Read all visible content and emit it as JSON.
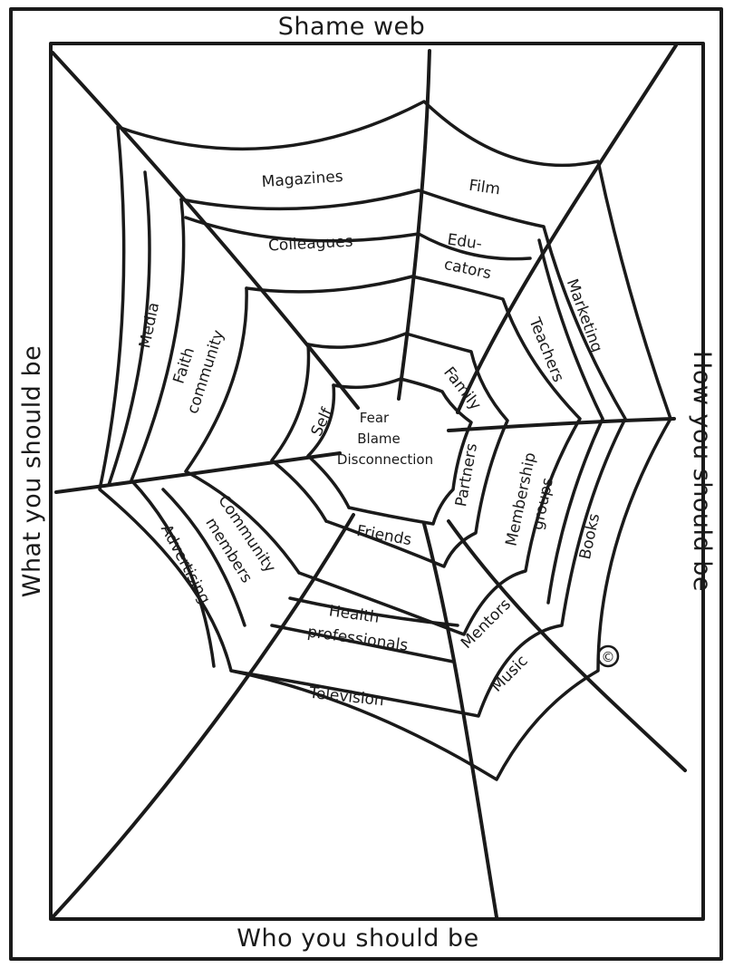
{
  "title": "Shame web",
  "edge_labels": {
    "left": "What you should be",
    "right": "How you should be",
    "bottom": "Who you should be"
  },
  "center": {
    "line1": "Fear",
    "line2": "Blame",
    "line3": "Disconnection"
  },
  "segments": {
    "magazines": "Magazines",
    "film": "Film",
    "colleagues": "Colleagues",
    "educators_1": "Edu-",
    "educators_2": "cators",
    "media": "Media",
    "faith_1": "Faith",
    "faith_2": "community",
    "marketing": "Marketing",
    "teachers": "Teachers",
    "family": "Family",
    "self": "Self",
    "partners": "Partners",
    "membership_1": "Membership",
    "membership_2": "groups",
    "books": "Books",
    "community_1": "Community",
    "community_2": "members",
    "advertising": "Advertising",
    "friends": "Friends",
    "health_1": "Health",
    "health_2": "professionals",
    "television": "Television",
    "mentors": "Mentors",
    "music": "Music"
  },
  "copyright_mark": "©"
}
